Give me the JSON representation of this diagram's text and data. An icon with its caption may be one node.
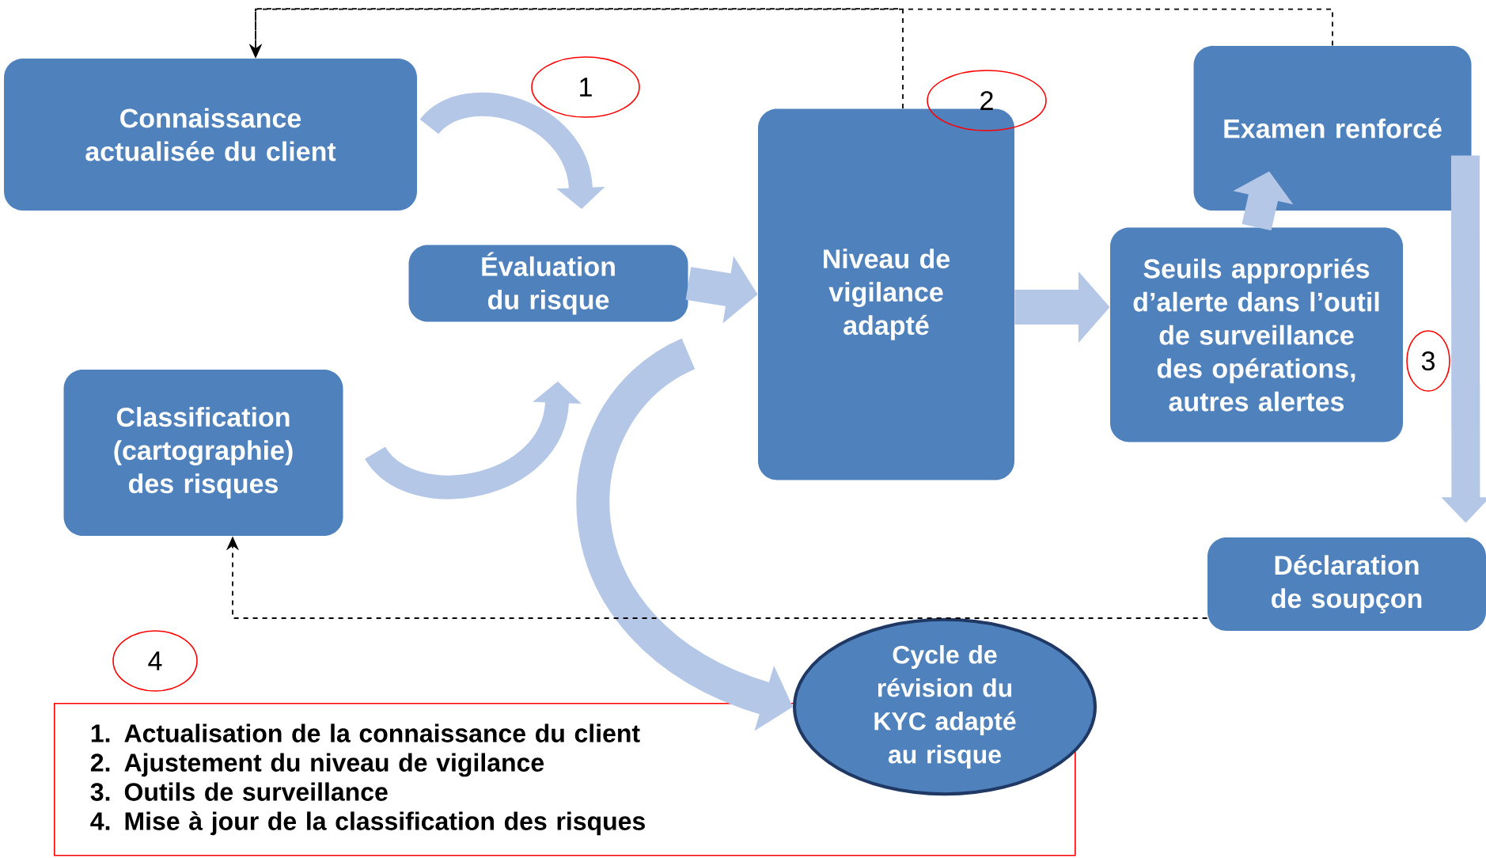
{
  "diagram": {
    "nodes": [
      {
        "text": [
          "Connaissance actualisée du client"
        ]
      },
      {
        "text": [
          "Évaluation du risque"
        ]
      },
      {
        "text": [
          "Classification (cartographie) des risques"
        ]
      },
      {
        "text": [
          "Niveau de vigilance adapté"
        ]
      },
      {
        "text": [
          "Examen renforcé"
        ]
      },
      {
        "text": [
          "Seuils appropriés d’alerte dans l’outil de surveillance des opérations, autres alertes"
        ]
      },
      {
        "text": [
          "Déclaration de soupçon"
        ]
      },
      {
        "text": [
          "Cycle de révision du KYC adapté au risque"
        ]
      },
      {
        "text": [
          "1. Actualisation de la connaissance du client",
          "2. Ajustement du niveau de vigilance",
          "3. Outils de surveillance",
          "4. Mise à jour de la classification des risques"
        ]
      },
      {
        "text": [
          "1"
        ]
      },
      {
        "text": [
          "2"
        ]
      },
      {
        "text": [
          "3"
        ]
      },
      {
        "text": [
          "4"
        ]
      }
    ],
    "edges": [
      {
        "from": 0,
        "to": 1,
        "arrow": "to"
      },
      {
        "from": 2,
        "to": 1,
        "arrow": "to"
      },
      {
        "from": 1,
        "to": 3,
        "arrow": "to"
      },
      {
        "from": 3,
        "to": 5,
        "arrow": "to"
      },
      {
        "from": 5,
        "to": 4,
        "arrow": "to"
      },
      {
        "from": 4,
        "to": 6,
        "arrow": "to"
      },
      {
        "from": 1,
        "to": 7,
        "arrow": "to"
      },
      {
        "from": 4,
        "to": 0,
        "arrow": "to",
        "style": "dashed",
        "color": "#000000"
      },
      {
        "from": 3,
        "to": 0,
        "arrow": "to",
        "style": "dashed",
        "color": "#000000"
      },
      {
        "from": 6,
        "to": 2,
        "arrow": "to",
        "style": "dashed",
        "color": "#000000"
      }
    ]
  }
}
